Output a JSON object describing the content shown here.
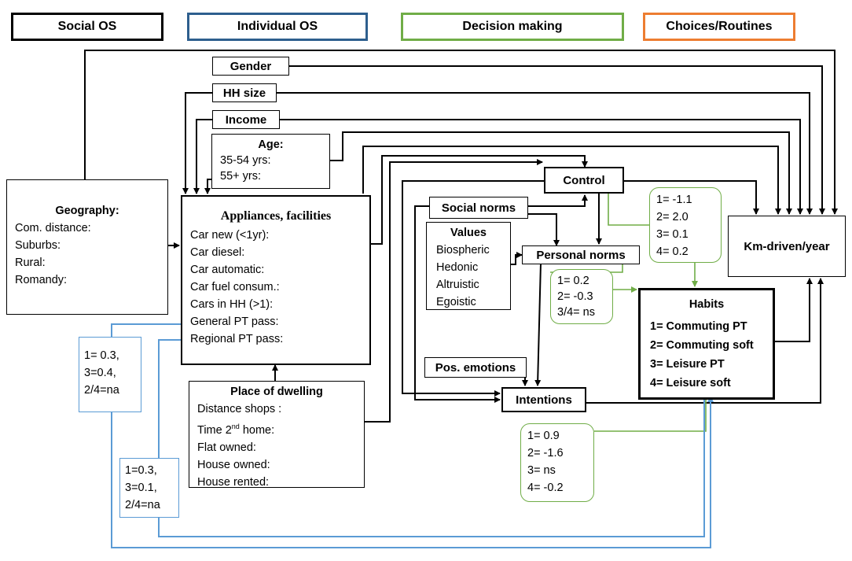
{
  "legend": {
    "social_os": "Social OS",
    "individual_os": "Individual OS",
    "decision_making": "Decision making",
    "choices_routines": "Choices/Routines"
  },
  "colors": {
    "social": "#000000",
    "individual": "#2e5f8e",
    "decision": "#70ad47",
    "choices": "#ed7d31",
    "blue_link": "#5b9bd5"
  },
  "gender": "Gender",
  "hh_size": "HH size",
  "income": "Income",
  "age": {
    "title": "Age:",
    "items": [
      "35-54 yrs:",
      "55+ yrs:"
    ]
  },
  "geography": {
    "title": "Geography:",
    "items": [
      "Com. distance:",
      "Suburbs:",
      "Rural:",
      "Romandy:"
    ]
  },
  "appliances": {
    "title": "Appliances, facilities",
    "items": [
      "Car new (<1yr):",
      "Car diesel:",
      "Car automatic:",
      "Car fuel consum.:",
      "Cars in HH (>1):",
      "General PT pass:",
      "Regional PT pass:"
    ]
  },
  "dwelling": {
    "title": "Place of dwelling",
    "items": [
      "Distance shops :",
      "Time 2",
      "nd",
      " home:",
      "Flat owned:",
      "House owned:",
      "House rented:"
    ]
  },
  "control": "Control",
  "social_norms": "Social norms",
  "values": {
    "title": "Values",
    "items": [
      "Biospheric",
      "Hedonic",
      "Altruistic",
      "Egoistic"
    ]
  },
  "personal_norms": "Personal norms",
  "pos_emotions": "Pos. emotions",
  "intentions": "Intentions",
  "km": "Km-driven/year",
  "habits": {
    "title": "Habits",
    "items": [
      "1= Commuting PT",
      "2= Commuting soft",
      "3= Leisure PT",
      "4= Leisure soft"
    ]
  },
  "coef_control": [
    "1= -1.1",
    "2=  2.0",
    "3=  0.1",
    "4=  0.2"
  ],
  "coef_personal": [
    "1=  0.2",
    "2= -0.3",
    "3/4= ns"
  ],
  "coef_intentions": [
    "1=  0.9",
    "2= -1.6",
    "3=    ns",
    "4= -0.2"
  ],
  "coef_general_pt": [
    "1= 0.3,",
    "3=0.4,",
    "2/4=na"
  ],
  "coef_regional_pt": [
    "1=0.3,",
    "3=0.1,",
    "2/4=na"
  ]
}
